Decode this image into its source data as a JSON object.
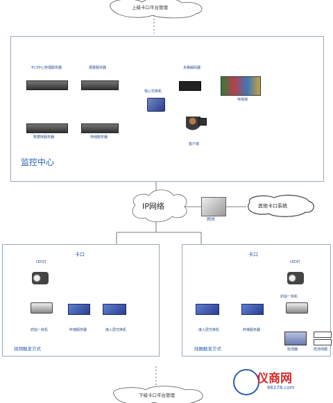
{
  "top_cloud": "上级卡口平台管理",
  "bottom_cloud": "下级卡口平台管理",
  "center": {
    "title": "监控中心",
    "servers": {
      "center_mgmt": "卡口中心管理服务器",
      "alarm": "报警服务器",
      "database": "数据库服务器",
      "storage": "存储服务器",
      "decoder": "多路解码器"
    },
    "core_switch": "核心交换机",
    "tv_wall": "电视墙",
    "client": "客户端"
  },
  "network": {
    "ip": "IP网络",
    "gateway": "网关",
    "other": "其他卡口系统"
  },
  "left_site": {
    "title": "卡口",
    "led": "LED灯",
    "camera": "抓拍一体机",
    "terminal": "终端服务器",
    "access_switch": "接入层交换机",
    "mode": "视频触发方式"
  },
  "right_site": {
    "title": "卡口",
    "led": "LED灯",
    "camera": "抓拍一体机",
    "terminal": "终端服务器",
    "access_switch": "接入层交换机",
    "detector": "检测器",
    "coil": "检测线圈",
    "mode": "线圈触发方式"
  },
  "watermark": {
    "brand": "仪商网",
    "url": "86178.com"
  }
}
